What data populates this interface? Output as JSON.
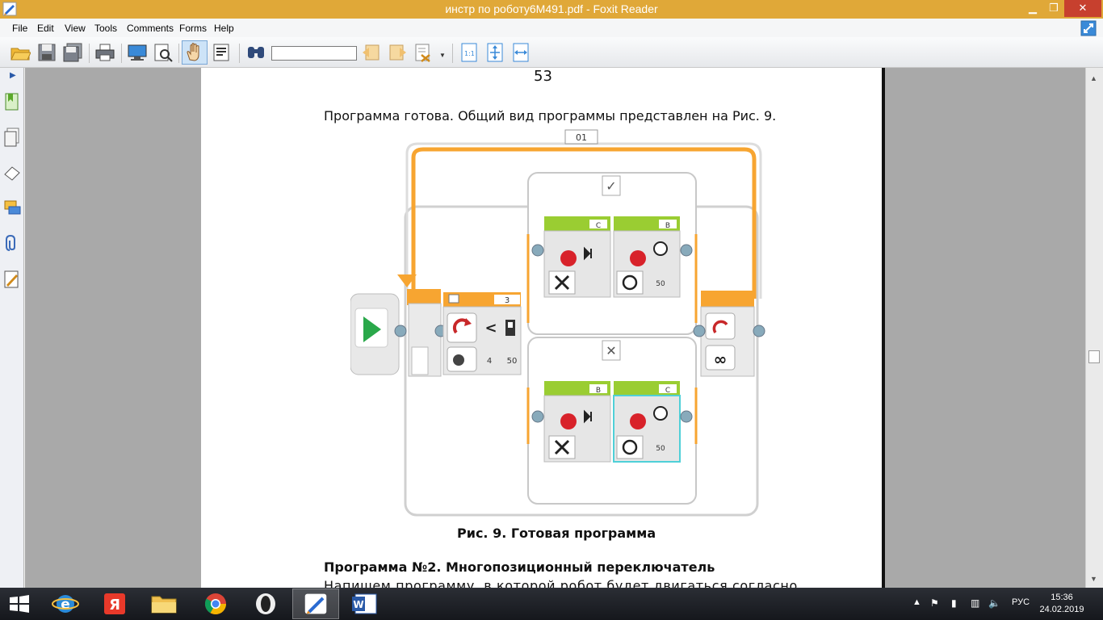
{
  "window": {
    "title": "инстр по роботу6М491.pdf - Foxit Reader",
    "min_glyph": "▁",
    "max_glyph": "❐",
    "close_glyph": "✕"
  },
  "menu": [
    "File",
    "Edit",
    "View",
    "Tools",
    "Comments",
    "Forms",
    "Help"
  ],
  "toolbar": {
    "search_value": "",
    "icons": [
      "open-icon",
      "save-icon",
      "save-all-icon",
      "print-icon",
      "fullscreen-icon",
      "find-icon",
      "hand-tool-icon",
      "select-text-icon",
      "binoculars-icon",
      "find-previous-icon",
      "find-next-icon",
      "clear-icon",
      "actual-size-icon",
      "fit-page-icon",
      "fit-width-icon"
    ]
  },
  "document": {
    "page_number": "53",
    "intro": "Программа готова. Общий вид программы представлен на Рис. 9.",
    "caption": "Рис. 9. Готовая программа",
    "heading": "Программа №2. Многопозиционный переключатель",
    "body_line": "Напишем программу, в которой робот будет двигаться согласно"
  },
  "figure": {
    "loop_label": "01",
    "switch_value": "3",
    "compare_op": "<",
    "port": "4",
    "threshold": "50",
    "true_mark": "✓",
    "false_mark": "✕",
    "top_block1_port": "C",
    "top_block2_port": "B",
    "bottom_block1_port": "B",
    "bottom_block2_port": "C",
    "power_top": "50",
    "power_bottom": "50",
    "infinity": "∞"
  },
  "taskbar": {
    "apps": [
      "windows-start",
      "internet-explorer",
      "yandex-browser",
      "file-explorer",
      "chrome",
      "opera",
      "foxit-reader",
      "word"
    ],
    "language": "РУС",
    "time": "15:36",
    "date": "24.02.2019"
  }
}
